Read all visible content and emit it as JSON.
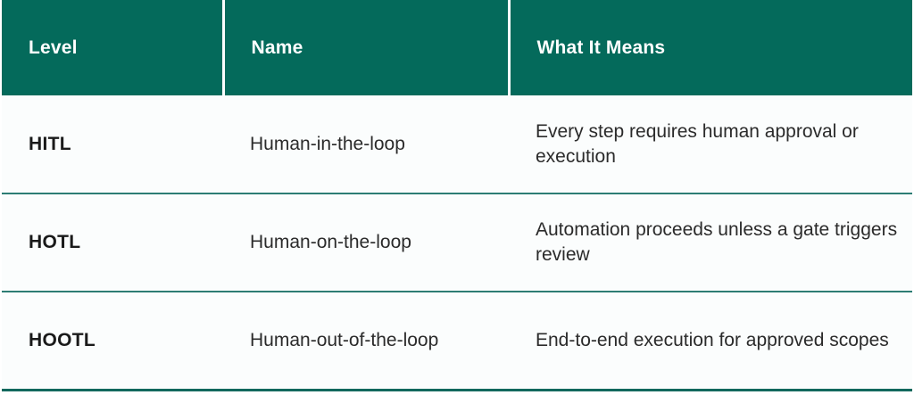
{
  "table": {
    "columns": [
      {
        "key": "level",
        "label": "Level"
      },
      {
        "key": "name",
        "label": "Name"
      },
      {
        "key": "means",
        "label": "What It Means"
      }
    ],
    "rows": [
      {
        "level": "HITL",
        "name": "Human-in-the-loop",
        "means": "Every step requires human approval or execution"
      },
      {
        "level": "HOTL",
        "name": "Human-on-the-loop",
        "means": "Automation proceeds unless a gate triggers review"
      },
      {
        "level": "HOOTL",
        "name": "Human-out-of-the-loop",
        "means": "End-to-end execution for approved scopes"
      }
    ]
  },
  "colors": {
    "header_background": "#046A5B",
    "header_text": "#FFFFFF",
    "row_background": "#FBFDFD",
    "row_divider": "#2D7D74",
    "bottom_border": "#11685D",
    "body_text": "#2B2B2B",
    "level_text": "#1A1A1A"
  }
}
